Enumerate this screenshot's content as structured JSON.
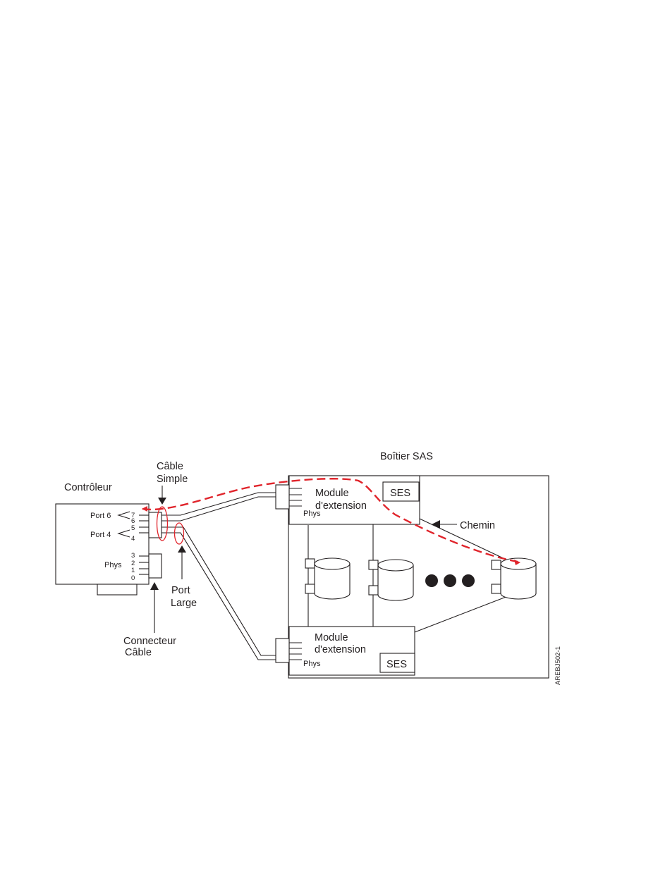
{
  "labels": {
    "enclosure": "Boîtier SAS",
    "controller": "Contrôleur",
    "single_cable_1": "Câble",
    "single_cable_2": "Simple",
    "port6": "Port 6",
    "port4": "Port 4",
    "phys_controller": "Phys",
    "wide_port_1": "Port",
    "wide_port_2": "Large",
    "cable_connector_1": "Connecteur",
    "cable_connector_2": "Câble",
    "path": "Chemin",
    "top_module_1": "Module",
    "top_module_2": "d'extension",
    "top_phys": "Phys",
    "top_ses": "SES",
    "bottom_module_1": "Module",
    "bottom_module_2": "d'extension",
    "bottom_phys": "Phys",
    "bottom_ses": "SES",
    "figure_id": "AREBJ502-1"
  },
  "phy_numbers": {
    "p7": "7",
    "p6": "6",
    "p5": "5",
    "p4": "4",
    "p3": "3",
    "p2": "2",
    "p1": "1",
    "p0": "0"
  },
  "colors": {
    "line": "#231f20",
    "path_highlight": "#e0242b"
  }
}
